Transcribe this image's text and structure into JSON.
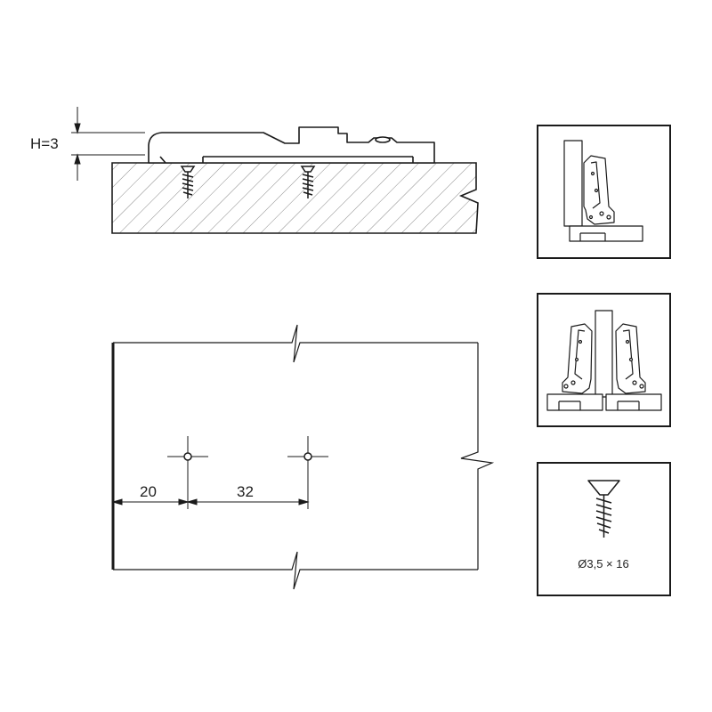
{
  "side_view": {
    "height_label": "H=3"
  },
  "front_view": {
    "dim_edge_to_hole": "20",
    "dim_hole_spacing": "32"
  },
  "details": {
    "screw_label": "Ø3,5 × 16"
  },
  "colors": {
    "line": "#1a1a1a",
    "hatch": "#8a8a8a",
    "fill_part": "#ffffff"
  }
}
